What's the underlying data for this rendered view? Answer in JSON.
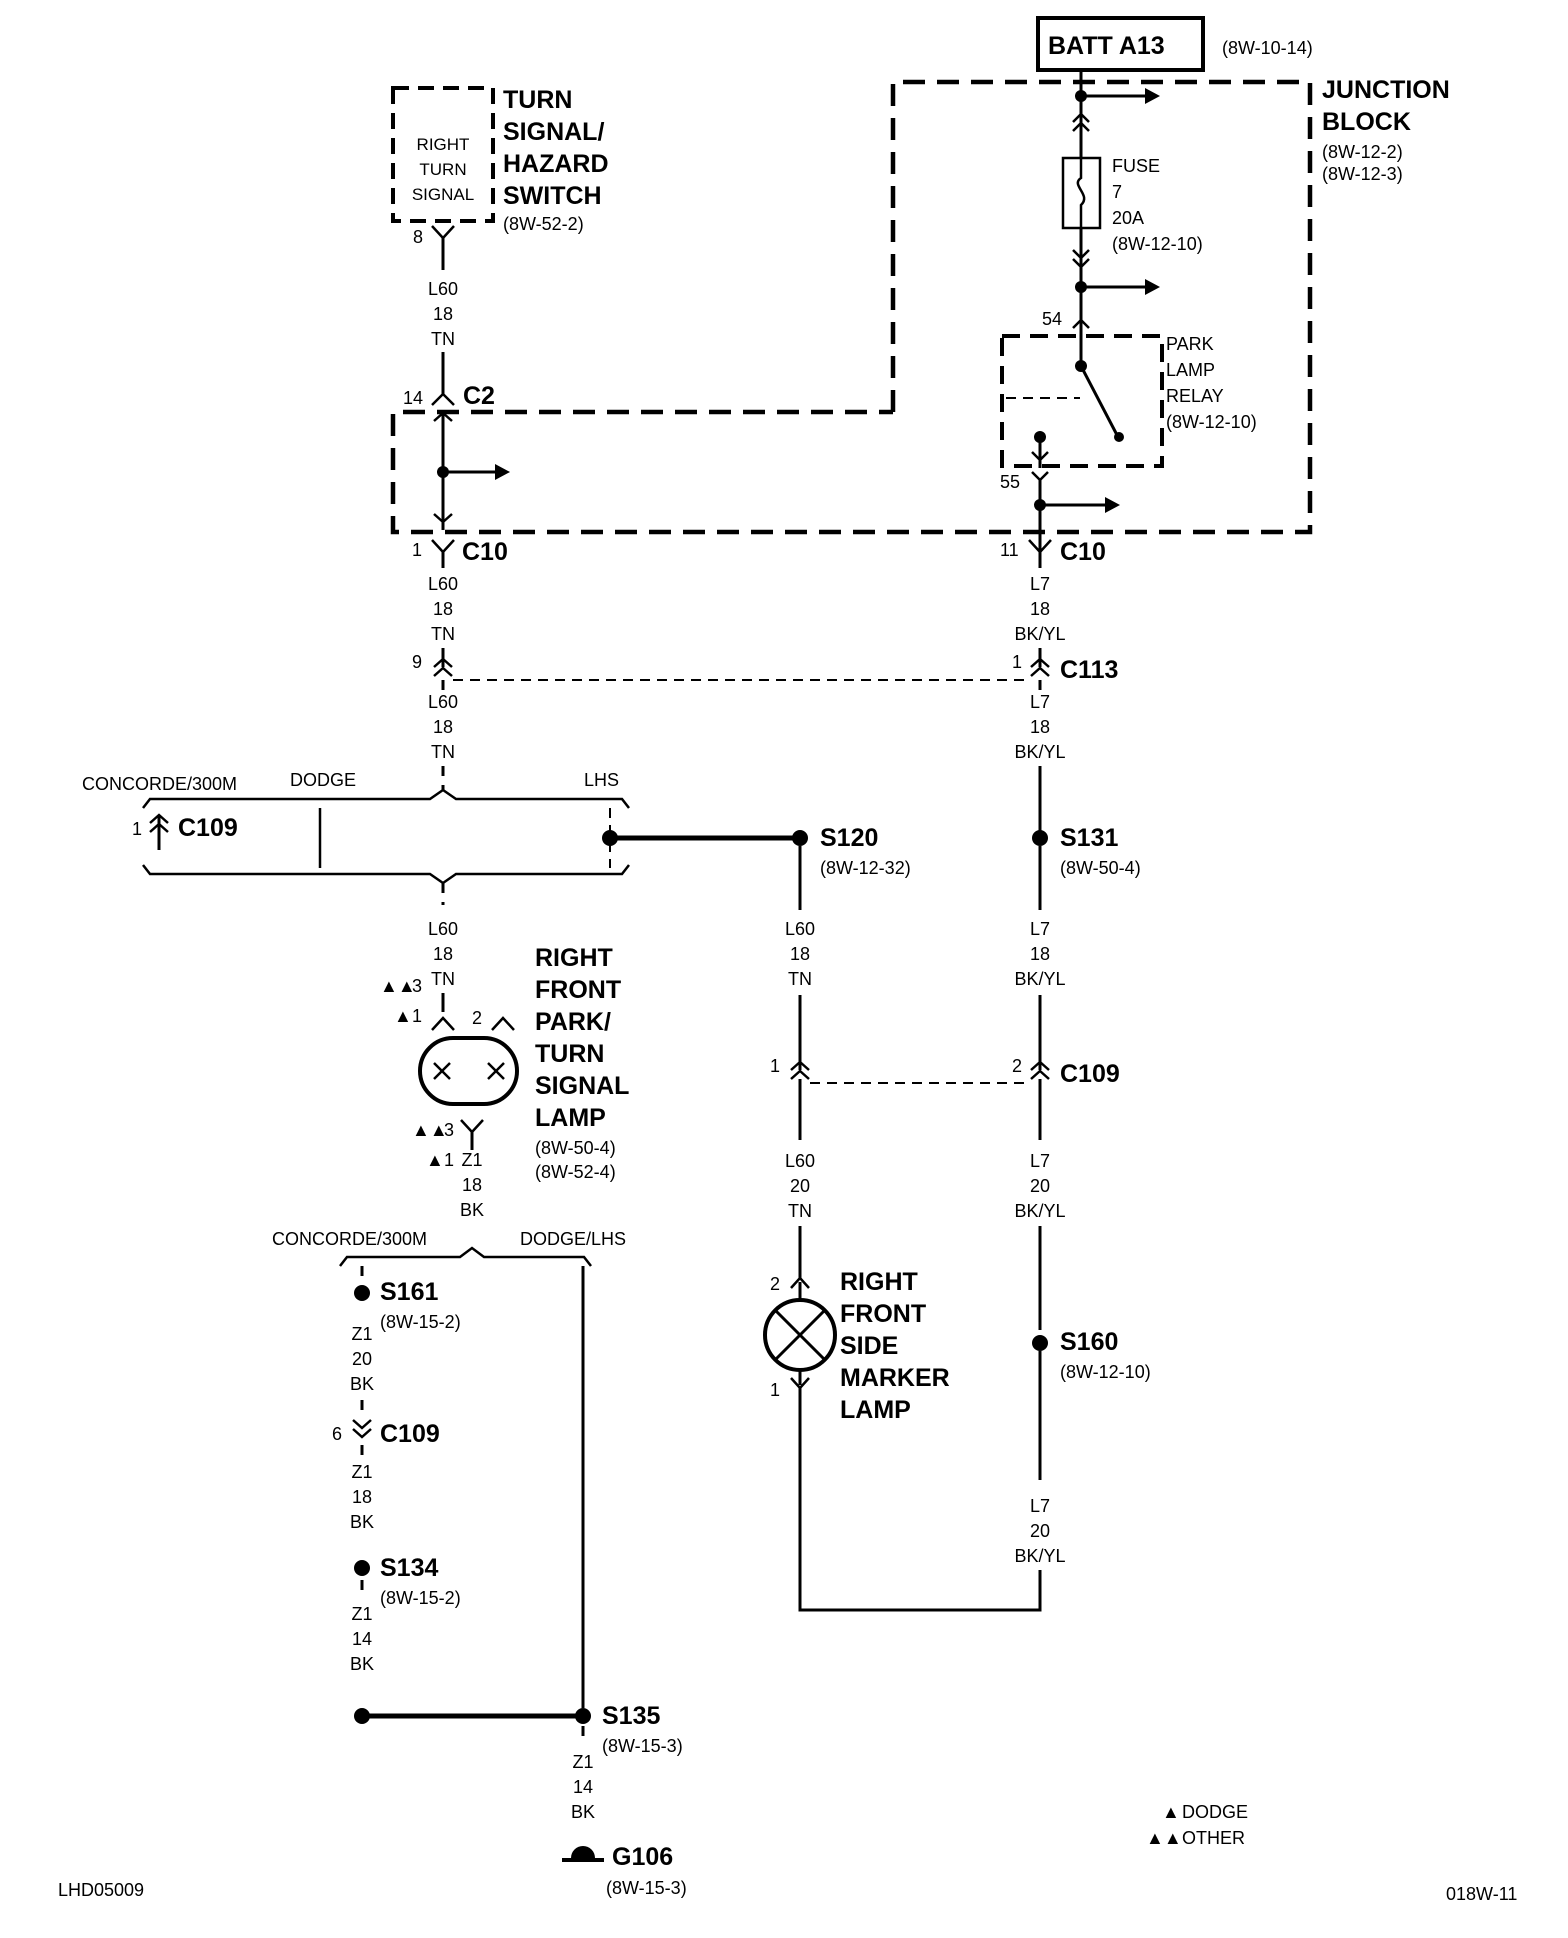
{
  "top_power": {
    "source": "BATT A13",
    "ref": "(8W-10-14)"
  },
  "junction_block": {
    "line1": "JUNCTION",
    "line2": "BLOCK",
    "ref1": "(8W-12-2)",
    "ref2": "(8W-12-3)"
  },
  "fuse": {
    "l1": "FUSE",
    "l2": "7",
    "l3": "20A",
    "ref": "(8W-12-10)"
  },
  "relay": {
    "l1": "PARK",
    "l2": "LAMP",
    "l3": "RELAY",
    "ref": "(8W-12-10)",
    "pin_in": "54",
    "pin_out": "55"
  },
  "switch": {
    "inner1": "RIGHT",
    "inner2": "TURN",
    "inner3": "SIGNAL",
    "l1": "TURN",
    "l2": "SIGNAL/",
    "l3": "HAZARD",
    "l4": "SWITCH",
    "ref": "(8W-52-2)",
    "pin": "8"
  },
  "connectors": {
    "c2": {
      "name": "C2",
      "pin": "14"
    },
    "c10_left": {
      "name": "C10",
      "pin": "1"
    },
    "c10_right": {
      "name": "C10",
      "pin": "11"
    },
    "c113": {
      "name": "C113",
      "pin_left": "9",
      "pin_right": "1"
    },
    "c109_top": {
      "name": "C109",
      "pin": "1"
    },
    "c109_mid": {
      "name": "C109",
      "pin_left": "1",
      "pin_right": "2"
    },
    "c109_low": {
      "name": "C109",
      "pin": "6"
    }
  },
  "wires": {
    "w1": [
      "L60",
      "18",
      "TN"
    ],
    "w2": [
      "L60",
      "18",
      "TN"
    ],
    "w3": [
      "L60",
      "18",
      "TN"
    ],
    "w4": [
      "L60",
      "18",
      "TN"
    ],
    "w5": [
      "L60",
      "18",
      "TN"
    ],
    "w6": [
      "L60",
      "20",
      "TN"
    ],
    "r1": [
      "L7",
      "18",
      "BK/YL"
    ],
    "r2": [
      "L7",
      "18",
      "BK/YL"
    ],
    "r3": [
      "L7",
      "18",
      "BK/YL"
    ],
    "r4": [
      "L7",
      "20",
      "BK/YL"
    ],
    "r5": [
      "L7",
      "20",
      "BK/YL"
    ],
    "g1": [
      "Z1",
      "18",
      "BK"
    ],
    "g2": [
      "Z1",
      "20",
      "BK"
    ],
    "g3": [
      "Z1",
      "18",
      "BK"
    ],
    "g4": [
      "Z1",
      "14",
      "BK"
    ],
    "g5": [
      "Z1",
      "14",
      "BK"
    ]
  },
  "variants": {
    "concorde_300m": "CONCORDE/300M",
    "dodge": "DODGE",
    "lhs": "LHS",
    "dodge_lhs": "DODGE/LHS"
  },
  "splices": {
    "s120": {
      "name": "S120",
      "ref": "(8W-12-32)"
    },
    "s131": {
      "name": "S131",
      "ref": "(8W-50-4)"
    },
    "s160": {
      "name": "S160",
      "ref": "(8W-12-10)"
    },
    "s161": {
      "name": "S161",
      "ref": "(8W-15-2)"
    },
    "s134": {
      "name": "S134",
      "ref": "(8W-15-2)"
    },
    "s135": {
      "name": "S135",
      "ref": "(8W-15-3)"
    }
  },
  "park_lamp": {
    "l1": "RIGHT",
    "l2": "FRONT",
    "l3": "PARK/",
    "l4": "TURN",
    "l5": "SIGNAL",
    "l6": "LAMP",
    "ref1": "(8W-50-4)",
    "ref2": "(8W-52-4)",
    "pin_top_other": "3",
    "pin_top_dodge": "1",
    "pin_right": "2",
    "pin_bot_other": "3",
    "pin_bot_dodge": "1"
  },
  "marker_lamp": {
    "l1": "RIGHT",
    "l2": "FRONT",
    "l3": "SIDE",
    "l4": "MARKER",
    "l5": "LAMP",
    "pin_top": "2",
    "pin_bot": "1"
  },
  "ground": {
    "name": "G106",
    "ref": "(8W-15-3)"
  },
  "legend": {
    "dodge": "DODGE",
    "other": "OTHER"
  },
  "footer": {
    "left": "LHD05009",
    "right": "018W-11"
  }
}
